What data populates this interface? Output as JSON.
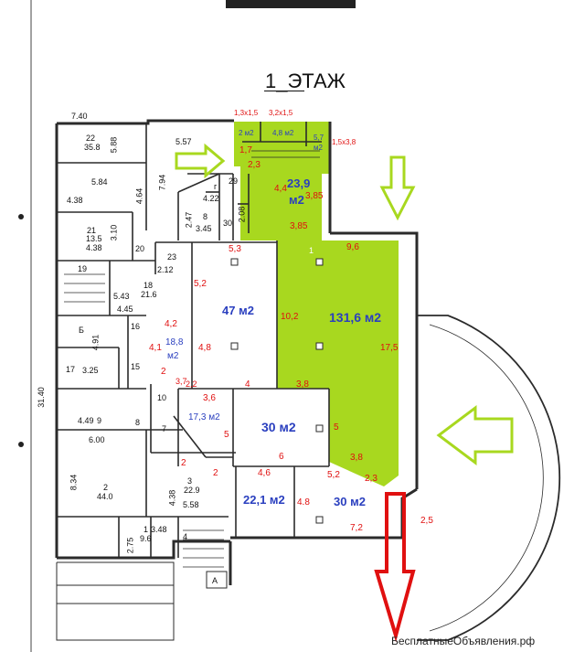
{
  "title": "1_ЭТАЖ",
  "watermark": "БесплатныеОбъявления.рф",
  "colors": {
    "highlight": "#a8d81f",
    "arrow_green": "#a8d81f",
    "arrow_red": "#e01010",
    "wall": "#2b2b2b"
  },
  "areas": {
    "a131": "131,6 м2",
    "a47": "47 м2",
    "a30a": "30 м2",
    "a30b": "30 м2",
    "a22": "22,1 м2",
    "a17": "17,3 м2",
    "a18": "18,8",
    "a18u": "м2",
    "a23": "23,9",
    "a23u": "м2"
  },
  "dims": {
    "d1": "1,3х1,5",
    "d2": "3,2х1,5",
    "d3": "2 м2",
    "d4": "4,8 м2",
    "d5": "5,7",
    "d6": "м2",
    "d7": "1,5х3,8",
    "d8": "1,7",
    "d9": "2,3",
    "d10": "4,4",
    "d11": "3,85",
    "d12": "3,85",
    "d13": "5,3",
    "d14": "9,6",
    "d15": "5,2",
    "d16": "10,2",
    "d17": "17,5",
    "d18": "4,2",
    "d19": "4,1",
    "d20": "4,8",
    "d21": "2",
    "d22": "3,7",
    "d23": "2,2",
    "d24": "3,6",
    "d25": "4",
    "d26": "3,8",
    "d27": "5",
    "d28": "5",
    "d29": "6",
    "d30": "3,8",
    "d31": "2",
    "d32": "2",
    "d33": "4,6",
    "d34": "5,2",
    "d35": "2,3",
    "d36": "4.8",
    "d37": "7,2",
    "d38": "2,5"
  },
  "old": {
    "o1": "7.40",
    "o2": "22",
    "o3": "35.8",
    "o4": "5.88",
    "o5": "5.57",
    "o6": "5.84",
    "o7": "4.38",
    "o8": "4.64",
    "o9": "7.94",
    "o10": "21",
    "o11": "13.5",
    "o12": "3.10",
    "o13": "4.38",
    "o14": "20",
    "o15": "23",
    "o16": "19",
    "o17": "2.12",
    "o18": "18",
    "o19": "21.6",
    "o20": "5.43",
    "o21": "4.45",
    "o22": "Б",
    "o23": "4.91",
    "o24": "16",
    "o25": "15",
    "o26": "17",
    "o27": "3.25",
    "o28": "31.40",
    "o29": "10",
    "o30": "8",
    "o31": "4.49",
    "o32": "9",
    "o33": "7",
    "o34": "6.00",
    "o35": "8.34",
    "o36": "2",
    "o37": "44.0",
    "o38": "3",
    "o39": "22.9",
    "o40": "4.38",
    "o41": "5.58",
    "o42": "1",
    "o43": "9.6",
    "o44": "2.75",
    "o45": "3.48",
    "o46": "4",
    "o47": "А",
    "o48": "29",
    "o49": "30",
    "o50": "8",
    "o51": "3.45",
    "o52": "2.47",
    "o53": "4.22",
    "o54": "2.08",
    "o55": "г",
    "o56": "1"
  }
}
